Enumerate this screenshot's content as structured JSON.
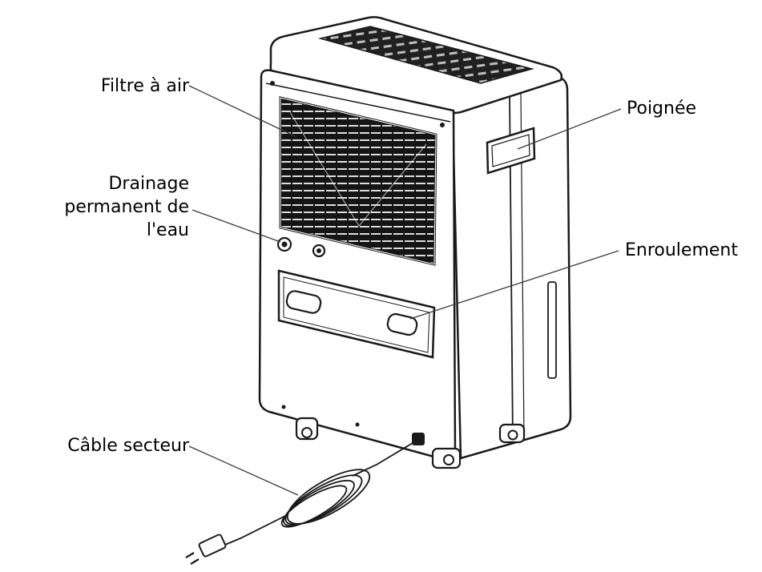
{
  "colors": {
    "background": "#ffffff",
    "line": "#1a1a1a",
    "body_fill": "#ffffff",
    "grille": "#141414"
  },
  "labels": {
    "air_filter": "Filtre à air",
    "drainage": [
      "Drainage",
      "permanent de",
      "l'eau"
    ],
    "handle": "Poignée",
    "cord_wrap": "Enroulement",
    "power_cable": "Câble secteur"
  }
}
